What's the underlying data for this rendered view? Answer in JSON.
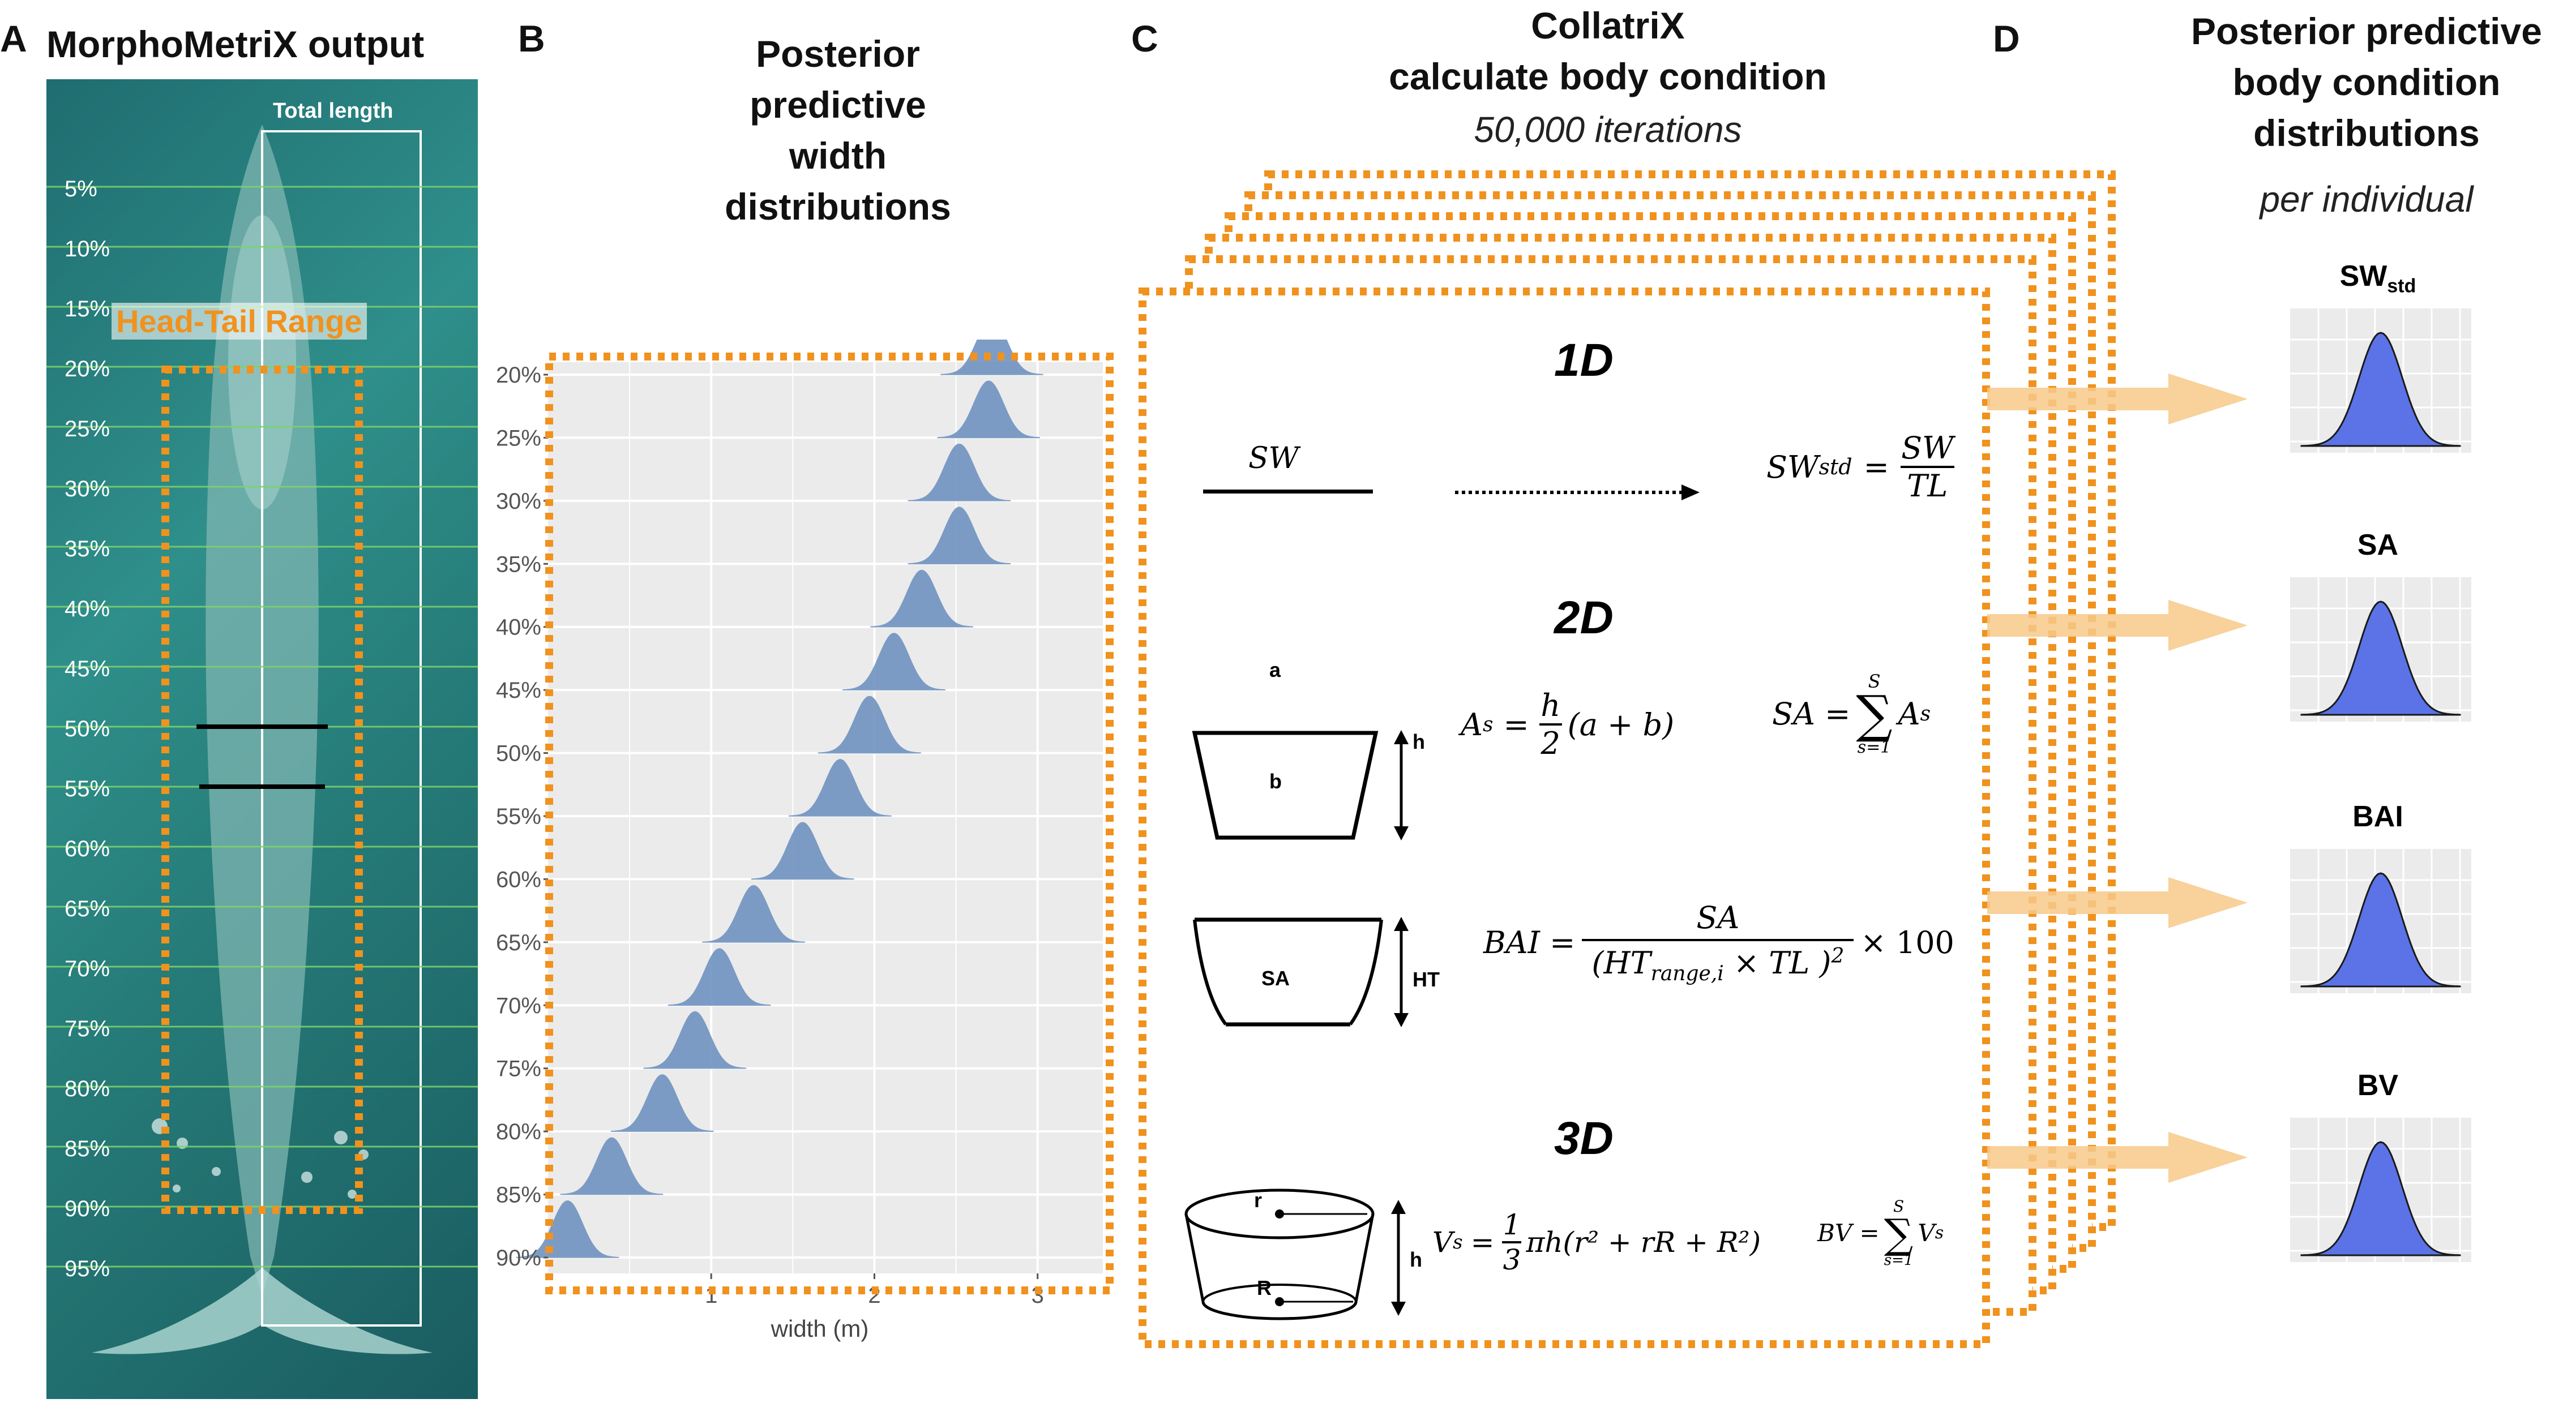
{
  "panel_a": {
    "letter": "A",
    "title": "MorphoMetriX output",
    "total_length_label": "Total length",
    "head_tail_label": "Head-Tail Range",
    "percent_labels": [
      "5%",
      "10%",
      "15%",
      "20%",
      "25%",
      "30%",
      "35%",
      "40%",
      "45%",
      "50%",
      "55%",
      "60%",
      "65%",
      "70%",
      "75%",
      "80%",
      "85%",
      "90%",
      "95%"
    ]
  },
  "panel_b": {
    "letter": "B",
    "title_lines": [
      "Posterior",
      "predictive",
      "width",
      "distributions"
    ],
    "chart_data": {
      "type": "ridgeline",
      "xlabel": "width (m)",
      "ylabel": "",
      "x_ticks": [
        "1",
        "2",
        "3"
      ],
      "xlim": [
        0.0,
        3.4
      ],
      "categories": [
        "20%",
        "25%",
        "30%",
        "35%",
        "40%",
        "45%",
        "50%",
        "55%",
        "60%",
        "65%",
        "70%",
        "75%",
        "80%",
        "85%",
        "90%"
      ],
      "series": [
        {
          "values": [
            2.72,
            2.7,
            2.52,
            2.52,
            2.29,
            2.12,
            1.97,
            1.79,
            1.56,
            1.26,
            1.05,
            0.9,
            0.7,
            0.39,
            0.12
          ]
        }
      ],
      "grid": true,
      "colors": {
        "ridge": "#6f93c0",
        "panel_bg": "#ebebeb",
        "frame": "#f0921e"
      }
    }
  },
  "panel_c": {
    "letter": "C",
    "title_lines": [
      "CollatriX",
      "calculate body condition"
    ],
    "subtitle": "50,000 iterations",
    "sections": {
      "d1": "1D",
      "d2": "2D",
      "d3": "3D"
    },
    "sw_label": "SW",
    "sw_std_lhs": "SW",
    "sw_std_sub": "std",
    "sw_num": "SW",
    "sw_den": "TL",
    "trap_top": "a",
    "trap_bottom": "b",
    "trap_h": "h",
    "area_eq": "A",
    "area_sub": "s",
    "area_rhs_pre": "=",
    "half_num": "h",
    "half_den": "2",
    "area_paren": "(a + b)",
    "sa_lhs": "SA =",
    "sum_top": "S",
    "sum_bottom": "s=1",
    "sum_term": "A",
    "sum_term_sub": "s",
    "sa_shape_label": "SA",
    "ht_label": "HT",
    "bai_lhs": "BAI =",
    "bai_num": "SA",
    "bai_den": "(HT",
    "bai_den_sub": "range,i",
    "bai_den_rest": " × TL )",
    "bai_exp": "2",
    "bai_times": "× 100",
    "cyl_r": "r",
    "cyl_R": "R",
    "cyl_h": "h",
    "vol_lhs": "V",
    "vol_sub": "s",
    "third_num": "1",
    "third_den": "3",
    "vol_rhs": "πh(r² + rR + R²)",
    "bv_lhs": "BV =",
    "bv_term": "V",
    "bv_term_sub": "s"
  },
  "panel_d": {
    "letter": "D",
    "title_lines": [
      "Posterior predictive",
      "body condition",
      "distributions"
    ],
    "subtitle": "per individual",
    "plots": [
      {
        "label": "SW",
        "label_sub": "std"
      },
      {
        "label": "SA",
        "label_sub": ""
      },
      {
        "label": "BAI",
        "label_sub": ""
      },
      {
        "label": "BV",
        "label_sub": ""
      }
    ],
    "colors": {
      "density_fill": "#5b73e6",
      "panel_bg": "#ebebeb",
      "arrow": "#f7c98a"
    }
  }
}
